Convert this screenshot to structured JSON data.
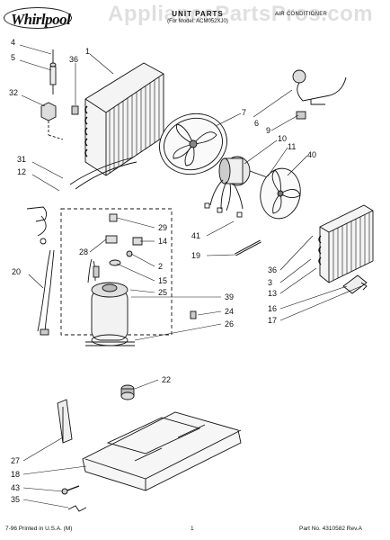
{
  "header": {
    "brand": "Whirlpool",
    "title": "UNIT PARTS",
    "subtitle": "(For Model: ACM052XJ0)",
    "product": "AIR CONDITIONER",
    "watermark": "AppliancePartsPros.com"
  },
  "callouts": [
    "4",
    "5",
    "36",
    "1",
    "32",
    "7",
    "6",
    "9",
    "10",
    "11",
    "40",
    "31",
    "12",
    "29",
    "14",
    "2",
    "15",
    "25",
    "28",
    "41",
    "19",
    "36",
    "3",
    "13",
    "16",
    "17",
    "20",
    "39",
    "24",
    "26",
    "22",
    "27",
    "18",
    "43",
    "35"
  ],
  "footer": {
    "left": "7-96 Printed in U.S.A. (M)",
    "center": "1",
    "right": "Part No. 4310582 Rev.A"
  }
}
